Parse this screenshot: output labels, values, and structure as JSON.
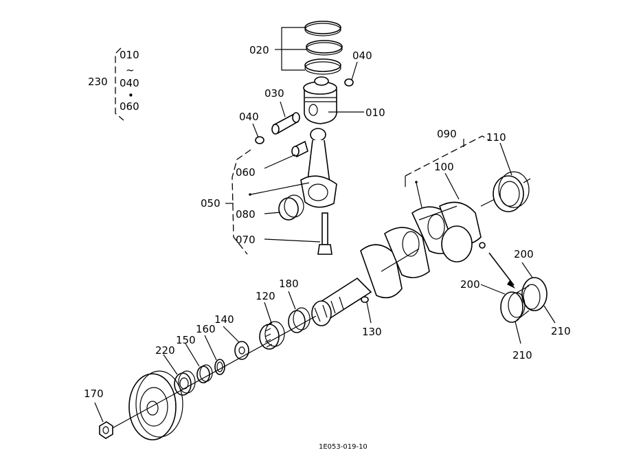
{
  "labels": {
    "l010": "010",
    "l020": "020",
    "l030": "030",
    "l040a": "040",
    "l040b": "040",
    "l050": "050",
    "l060": "060",
    "l070": "070",
    "l080": "080",
    "l090": "090",
    "l100": "100",
    "l110": "110",
    "l120": "120",
    "l130": "130",
    "l140": "140",
    "l150": "150",
    "l160": "160",
    "l170": "170",
    "l180": "180",
    "l200a": "200",
    "l200b": "200",
    "l210a": "210",
    "l210b": "210",
    "l220": "220",
    "l230": "230"
  },
  "set_230": {
    "first": "010",
    "range": "~",
    "mid": "040",
    "bullet": "•",
    "last": "060"
  },
  "drawing_code": "1E053-019-10"
}
